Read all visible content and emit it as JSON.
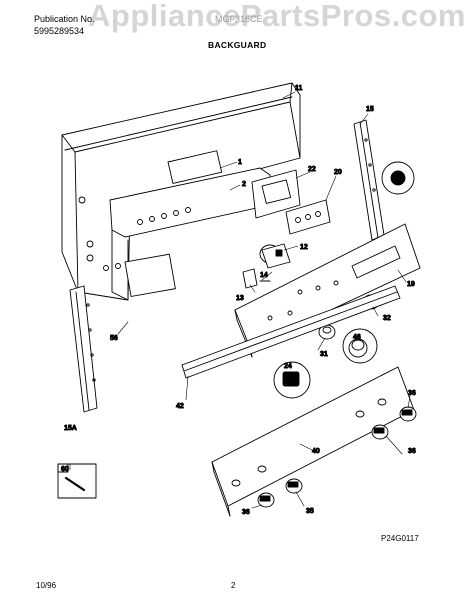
{
  "header": {
    "publication_label": "Publication No.",
    "publication_number": "5995289534",
    "model": "MGF316CE",
    "section_title": "BACKGUARD"
  },
  "watermark": "AppliancePartsPros.com",
  "diagram": {
    "code": "P24G0117",
    "callouts": {
      "c1": "1",
      "c2": "2",
      "c11": "11",
      "c12": "12",
      "c13": "13",
      "c14": "14",
      "c15": "15",
      "c15a": "15A",
      "c19": "19",
      "c20": "20",
      "c22": "22",
      "c24": "24",
      "c29": "29",
      "c31": "31",
      "c32": "32",
      "c35": "35",
      "c36a": "36",
      "c36b": "36",
      "c36c": "36",
      "c40": "40",
      "c42": "42",
      "c46": "46",
      "c56": "56",
      "c60": "60"
    }
  },
  "footer": {
    "date": "10/96",
    "page": "2"
  }
}
